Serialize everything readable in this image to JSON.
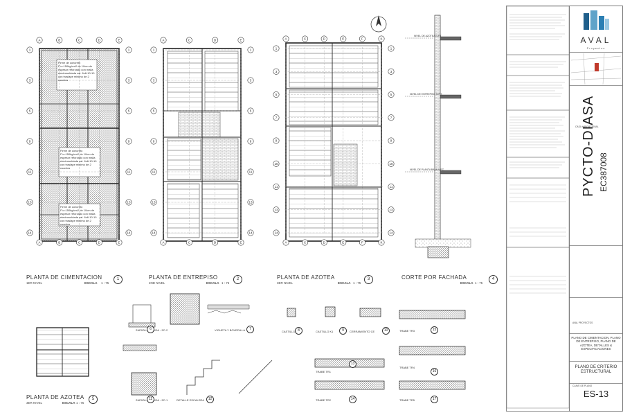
{
  "plans": [
    {
      "title": "PLANTA DE CIMENTACION",
      "level": "1ER NIVEL",
      "scale_label": "ESCALA",
      "scale": "1 : 75",
      "number": "1"
    },
    {
      "title": "PLANTA DE ENTREPISO",
      "level": "2ND NIVEL",
      "scale_label": "ESCALA",
      "scale": "1 : 75",
      "number": "2"
    },
    {
      "title": "PLANTA DE AZOTEA",
      "level": "3ER NIVEL",
      "scale_label": "ESCALA",
      "scale": "1 : 75",
      "number": "3"
    },
    {
      "title": "CORTE POR FACHADA",
      "level": "",
      "scale_label": "ESCALA",
      "scale": "1 : 75",
      "number": "4"
    },
    {
      "title": "PLANTA DE AZOTEA",
      "level": "3ER NIVEL",
      "scale_label": "ESCALA",
      "scale": "1 : 75",
      "number": "5"
    }
  ],
  "details": [
    {
      "label": "ZAPATA CORRIDA - ZC-2",
      "number": "6"
    },
    {
      "label": "VIGUETA Y BOVEDILLA",
      "number": "7"
    },
    {
      "label": "CASTILLO K",
      "number": "8"
    },
    {
      "label": "CASTILLO K1",
      "number": "9"
    },
    {
      "label": "CERRAMIENTO CE",
      "number": "10"
    },
    {
      "label": "ZAPATA CORRIDA - ZC-1",
      "number": "11"
    },
    {
      "label": "DETALLE ESCALERA",
      "number": "12"
    },
    {
      "label": "TRABE TR1",
      "number": "13"
    },
    {
      "label": "TRABE TR2",
      "number": "14"
    },
    {
      "label": "TRABE TR3",
      "number": "15"
    },
    {
      "label": "TRABE TR4",
      "number": "16"
    },
    {
      "label": "TRABE TR5",
      "number": "17"
    }
  ],
  "firm_notes": [
    "Firme de concreto F'c=150kg/cm2 de 10cm de espesor reforzado con malla electrosoldada cal. 6x6-10-10 con traslape minimo de 2 cuadros",
    "Firme de concreto F'c=150kg/cm2 de 10cm de espesor reforzado con malla electrosoldada cal. 6x6-10-10 con traslape minimo de 2 cuadros",
    "Firme de concreto F'c=150kg/cm2 de 10cm de espesor reforzado con malla electrosoldada cal. 6x6-10-10 con traslape minimo de 2 cuadros"
  ],
  "axes_cim": {
    "letters": [
      "A",
      "B",
      "C",
      "D",
      "E"
    ],
    "numbers": [
      "1",
      "3",
      "5",
      "9",
      "11",
      "13",
      "14"
    ]
  },
  "axes_ent": {
    "letters": [
      "A",
      "C",
      "D",
      "E"
    ],
    "numbers": [
      "1",
      "3",
      "5",
      "9",
      "11",
      "13",
      "14"
    ]
  },
  "axes_azo": {
    "letters": [
      "A",
      "C",
      "D",
      "E",
      "F",
      "K"
    ],
    "numbers": [
      "1",
      "3",
      "5",
      "7",
      "9",
      "10",
      "11",
      "13",
      "14"
    ]
  },
  "title_block": {
    "brand": "AVAL",
    "brand_sub": "Proyectos",
    "project_vertical": "PYCTO-DIASA",
    "code_vertical": "EC387008",
    "project_type": "CASA HABITACIONAL",
    "plan_content": "PLANO DE CIMENTACION, PLANO DE ENTREPISO, PLANO DE AZOTEA, DETALLES & ESPECIFICACIONES",
    "plan_name": "PLANO DE CRITERIO ESTRUCTURAL",
    "sheet_label": "CLAVE DE PLANO",
    "sheet": "ES-13",
    "designer": "AVAL PROYECTOS",
    "accent": "#c0392b",
    "logo_color": "#1f5f8b"
  },
  "section_labels": [
    "NIVEL DE AZOTEA N.P.T.",
    "NIVEL DE ENTREPISO N.P.T.",
    "NIVEL DE PLANTA BAJA N.P.T."
  ]
}
